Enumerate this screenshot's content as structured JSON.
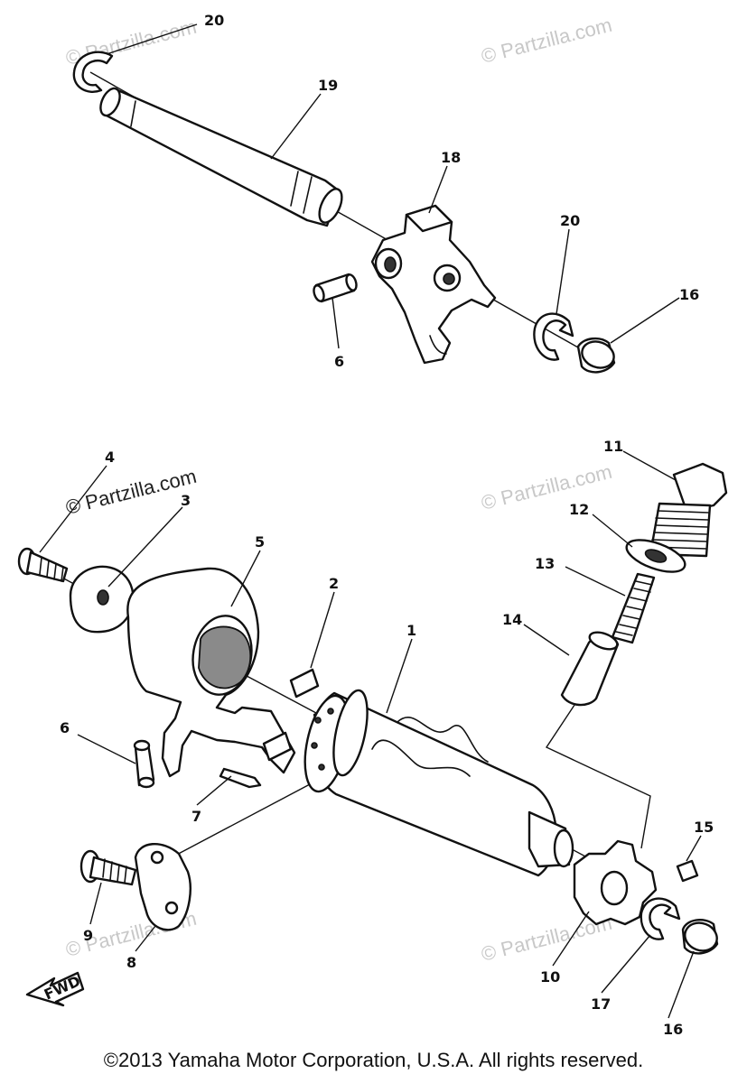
{
  "watermarks": {
    "light": "© Partzilla.com",
    "dark": "© Partzilla.com"
  },
  "callouts": {
    "c1": "1",
    "c2": "2",
    "c3": "3",
    "c4": "4",
    "c5": "5",
    "c6a": "6",
    "c6b": "6",
    "c7": "7",
    "c8": "8",
    "c9": "9",
    "c10": "10",
    "c11": "11",
    "c12": "12",
    "c13": "13",
    "c14": "14",
    "c15": "15",
    "c16a": "16",
    "c16b": "16",
    "c17": "17",
    "c18": "18",
    "c19": "19",
    "c20a": "20",
    "c20b": "20"
  },
  "fwd_label": "FWD",
  "copyright": "©2013 Yamaha Motor Corporation, U.S.A. All rights reserved."
}
